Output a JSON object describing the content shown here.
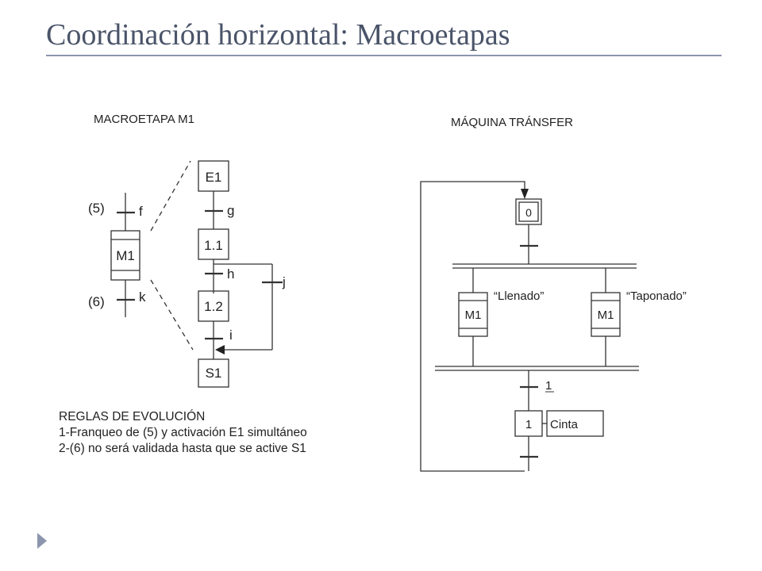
{
  "title": "Coordinación horizontal: Macroetapas",
  "left_heading": "MACROETAPA M1",
  "right_heading": "MÁQUINA TRÁNSFER",
  "macro": {
    "step_label": "M1",
    "in_transition_number": "(5)",
    "in_transition_label": "f",
    "out_transition_number": "(6)",
    "out_transition_label": "k"
  },
  "expansion": {
    "entry_step": "E1",
    "t_g": "g",
    "step_1_1": "1.1",
    "t_h": "h",
    "t_j": "j",
    "step_1_2": "1.2",
    "t_i": "i",
    "exit_step": "S1"
  },
  "transfer": {
    "initial_step": "0",
    "macro_left": "M1",
    "macro_left_note": "“Llenado”",
    "macro_right": "M1",
    "macro_right_note": "“Taponado”",
    "transition_1": "1",
    "step_1": "1",
    "action_1": "Cinta"
  },
  "rules": {
    "heading": "REGLAS DE EVOLUCIÓN",
    "rule_1": "1-Franqueo de (5) y activación E1 simultáneo",
    "rule_2": "2-(6) no será validada hasta que se active S1"
  },
  "colors": {
    "title": "#4a5469",
    "rule_line": "#8b95ad",
    "diagram_stroke": "#333333"
  },
  "icons": [
    "bullet-arrow-icon"
  ]
}
